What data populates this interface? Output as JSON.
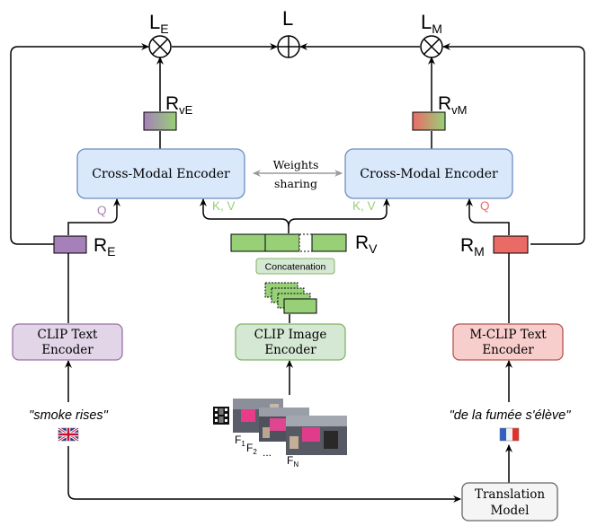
{
  "losses": {
    "english": {
      "main": "L",
      "sub": "E"
    },
    "total": {
      "main": "L"
    },
    "multilingual": {
      "main": "L",
      "sub": "M"
    }
  },
  "representations": {
    "r_ve": {
      "main": "R",
      "sub": "vE"
    },
    "r_vm": {
      "main": "R",
      "sub": "vM"
    },
    "r_e": {
      "main": "R",
      "sub": "E"
    },
    "r_v": {
      "main": "R",
      "sub": "V"
    },
    "r_m": {
      "main": "R",
      "sub": "M"
    }
  },
  "encoders": {
    "cross_modal_left": "Cross-Modal Encoder",
    "cross_modal_right": "Cross-Modal Encoder",
    "clip_text_line1": "CLIP Text",
    "clip_text_line2": "Encoder",
    "clip_image_line1": "CLIP Image",
    "clip_image_line2": "Encoder",
    "mclip_text_line1": "M-CLIP Text",
    "mclip_text_line2": "Encoder",
    "translation_line1": "Translation",
    "translation_line2": "Model"
  },
  "shared": {
    "line1": "Weights",
    "line2": "sharing"
  },
  "edge_labels": {
    "q_left": "Q",
    "kv_left": "K, V",
    "kv_right": "K, V",
    "q_right": "Q"
  },
  "concatenation": "Concatenation",
  "captions": {
    "english": "\"smoke rises\"",
    "french": "\"de la fumée s'élève\""
  },
  "frames": {
    "f1": {
      "main": "F",
      "sub": "1"
    },
    "f2": {
      "main": "F",
      "sub": "2"
    },
    "ellipsis": "...",
    "fn": {
      "main": "F",
      "sub": "N"
    }
  },
  "colors": {
    "encoder_blue_fill": "#dae8fc",
    "encoder_blue_stroke": "#6c8ebf",
    "clip_text_fill": "#e1d5e7",
    "clip_text_stroke": "#9673a6",
    "image_fill": "#d5e8d4",
    "image_stroke": "#82b366",
    "mclip_fill": "#f8cecc",
    "mclip_stroke": "#b85450",
    "translation_fill": "#f5f5f5",
    "translation_stroke": "#666666",
    "purple_vec": "#a680b8",
    "green_vec": "#97d077",
    "red_vec": "#ea6b66",
    "q_left_color": "#a680b8",
    "kv_color": "#97d077",
    "q_right_color": "#ea6b66"
  },
  "icons": [
    "film-strip-icon",
    "uk-flag-icon",
    "france-flag-icon",
    "otimes-icon",
    "oplus-icon"
  ]
}
